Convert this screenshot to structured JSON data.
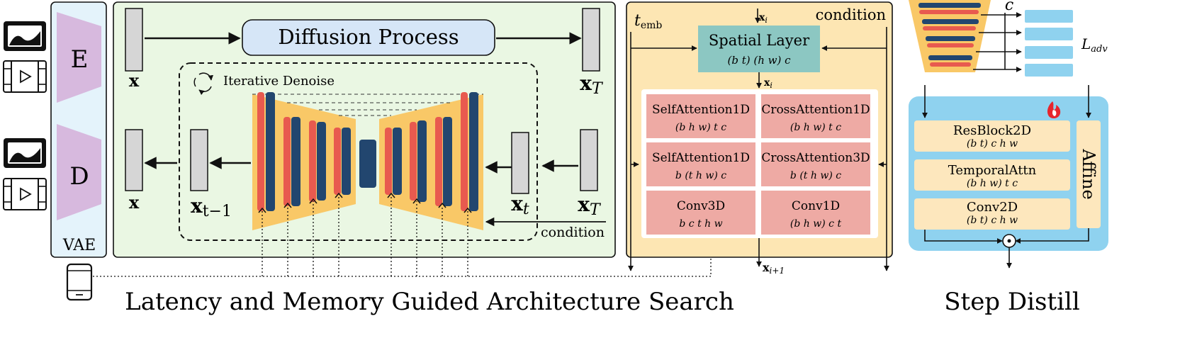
{
  "vae": {
    "encoder_label": "E",
    "decoder_label": "D",
    "label": "VAE"
  },
  "diffusion": {
    "process_label": "Diffusion Process",
    "x_label": "x",
    "xT_label": "x",
    "xT_sub": "T",
    "iterative_label": "Iterative Denoise",
    "x_out_label": "x",
    "xt1_label": "x",
    "xt1_sub": "t−1",
    "xt_label": "x",
    "xt_sub": "t",
    "xT2_label": "x",
    "xT2_sub": "T",
    "condition_label": "condition"
  },
  "search_title": "Latency and Memory Guided Architecture Search",
  "block": {
    "temb": "t",
    "temb_sub": "emb",
    "xi": "x",
    "xi_sub": "i",
    "condition": "condition",
    "spatial_title": "Spatial Layer",
    "spatial_sub": "(b t) (h w) c",
    "xi_prime": "x",
    "xi_prime_sub": "i",
    "xi1": "x",
    "xi1_sub": "i+1",
    "cells": [
      {
        "title": "SelfAttention1D",
        "sub": "(b h w) t c"
      },
      {
        "title": "CrossAttention1D",
        "sub": "(b h w) t c"
      },
      {
        "title": "SelfAttention1D",
        "sub": "b (t h w) c"
      },
      {
        "title": "CrossAttention3D",
        "sub": "b (t h w) c"
      },
      {
        "title": "Conv3D",
        "sub": "b c t h w"
      },
      {
        "title": "Conv1D",
        "sub": "(b h w) c t"
      }
    ]
  },
  "distill": {
    "c_label": "c",
    "adv_label": "L",
    "adv_sub": "adv",
    "resblock": "ResBlock2D",
    "resblock_sub": "(b t) c h w",
    "temporal": "TemporalAttn",
    "temporal_sub": "(b h w) t c",
    "conv2d": "Conv2D",
    "conv2d_sub": "(b t) c h w",
    "affine": "Affine",
    "title": "Step Distill"
  },
  "colors": {
    "green_bg": "#eaf7e3",
    "blue_vae": "#e4f3fb",
    "purple": "#d7b9de",
    "orange": "#f9c867",
    "peach_bg": "#fde6b3",
    "teal": "#8cc7c2",
    "pink": "#eeaaa4",
    "red": "#e85a4f",
    "navy": "#22466f",
    "light_blue": "#8fd2ef",
    "cream": "#fde7bd",
    "diffusion_box": "#d6e6f7"
  }
}
